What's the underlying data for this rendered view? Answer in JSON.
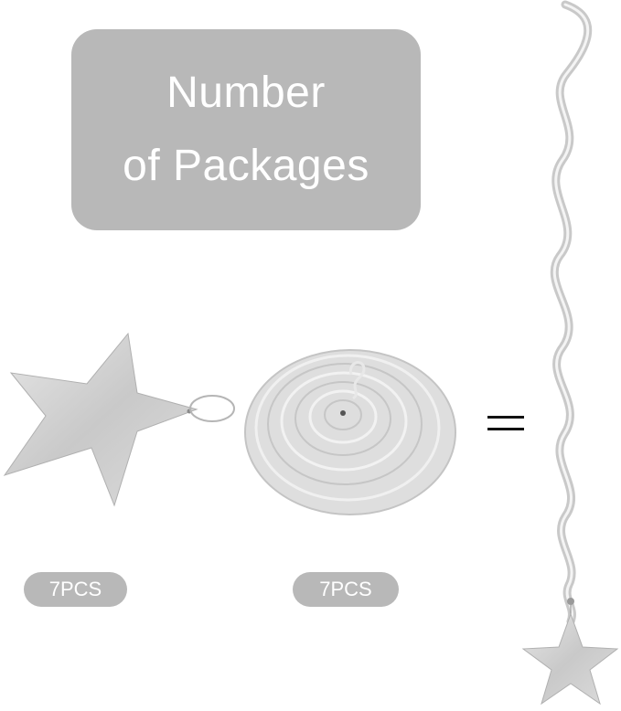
{
  "title": {
    "line1": "Number",
    "line2": "of Packages"
  },
  "badges": {
    "star_count": "7PCS",
    "spiral_count": "7PCS"
  },
  "colors": {
    "badge_bg": "#b8b8b8",
    "silver": "#cfcfcf",
    "silver_dark": "#9a9a9a"
  },
  "icons": {
    "star": "star-icon",
    "spiral": "spiral-disc-icon",
    "swirl": "hanging-swirl-icon",
    "equals": "equals-icon"
  }
}
